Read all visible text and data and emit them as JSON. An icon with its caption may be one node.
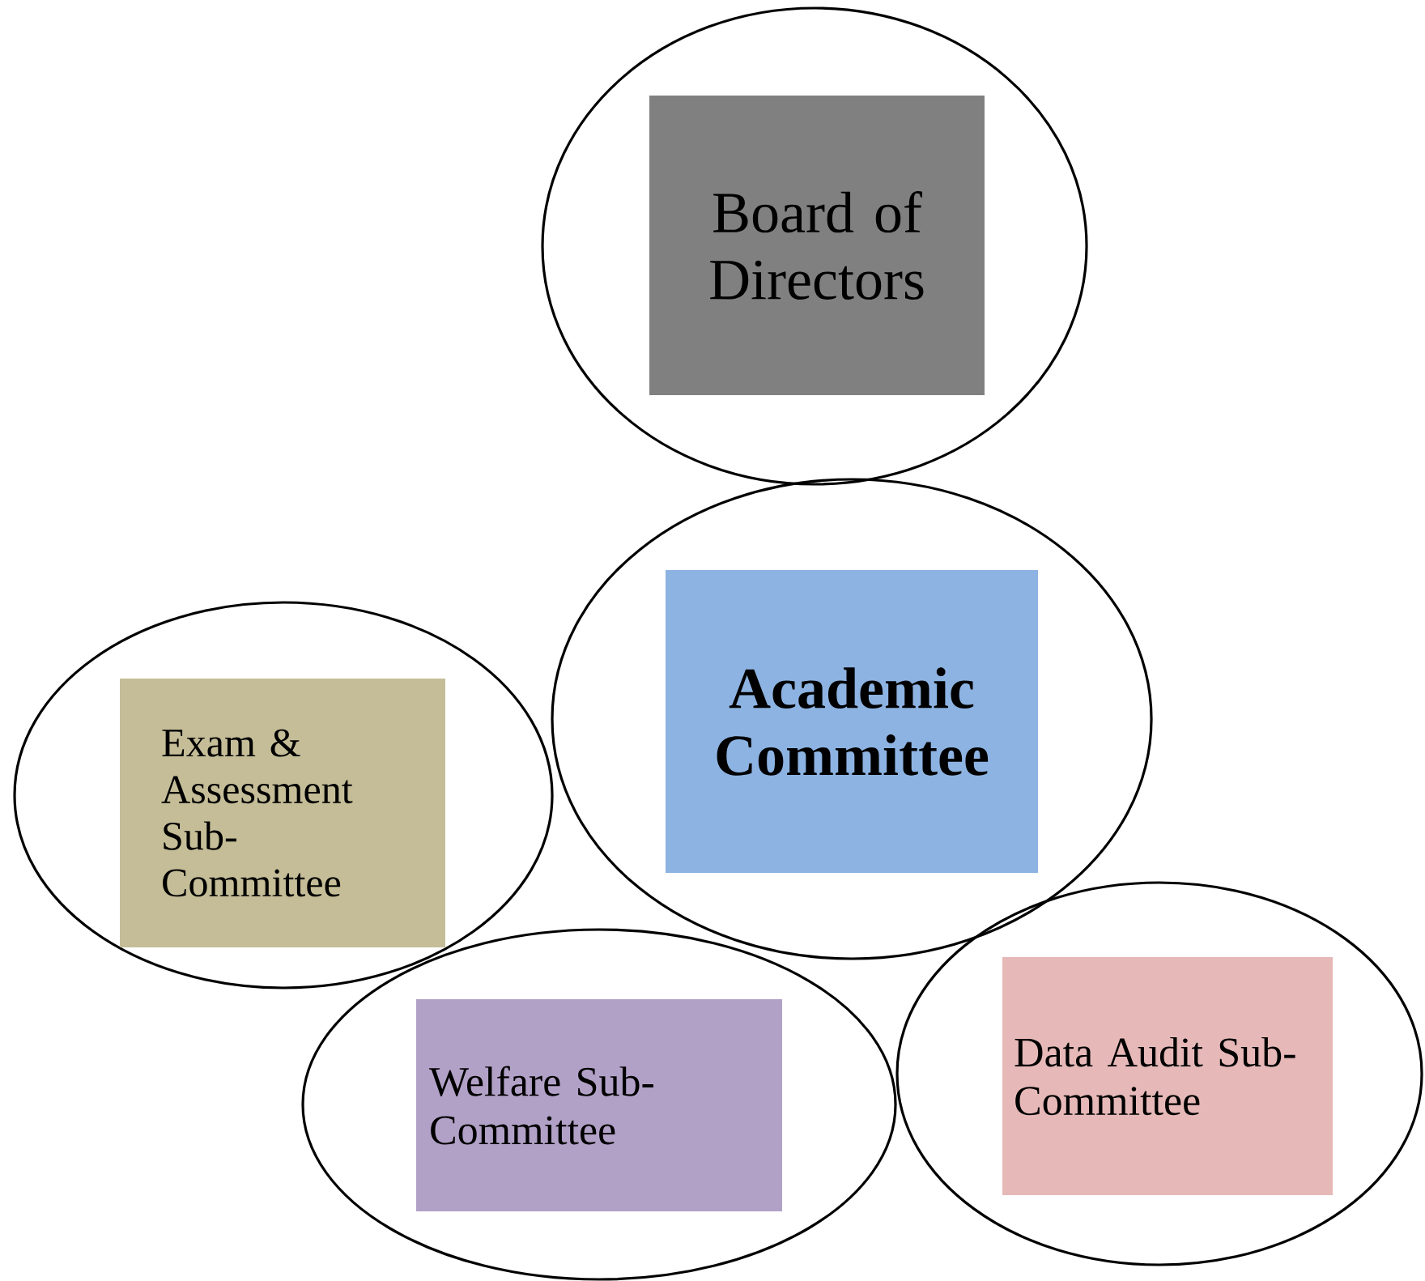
{
  "diagram": {
    "nodes": [
      {
        "text": [],
        "shape": "ellipse"
      },
      {
        "text": [
          "Board of Directors"
        ],
        "in": 0
      },
      {
        "text": [],
        "shape": "ellipse"
      },
      {
        "text": [
          "Academic Committee"
        ],
        "in": 2
      },
      {
        "text": [],
        "shape": "ellipse"
      },
      {
        "text": [
          "Exam & Assessment Sub-Committee"
        ],
        "in": 4
      },
      {
        "text": [],
        "shape": "ellipse"
      },
      {
        "text": [
          "Welfare Sub-Committee"
        ],
        "in": 6
      },
      {
        "text": [],
        "shape": "ellipse"
      },
      {
        "text": [
          "Data Audit Sub-Committee"
        ],
        "in": 8
      }
    ]
  }
}
